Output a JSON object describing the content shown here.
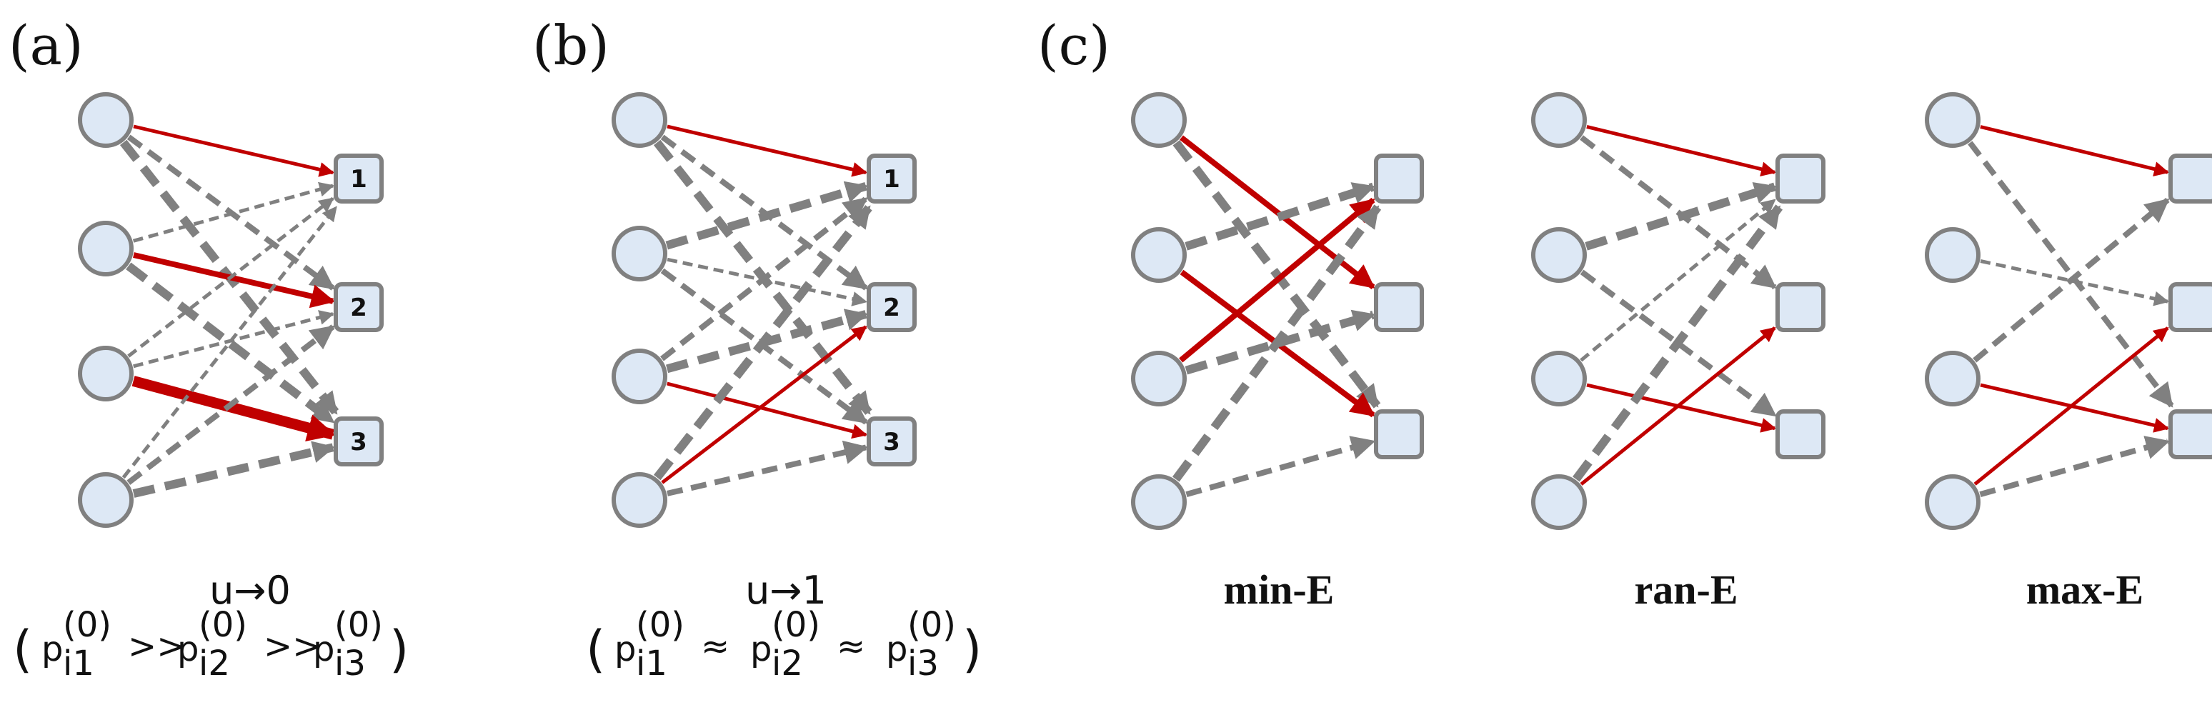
{
  "colors": {
    "node_fill": "#dde8f5",
    "node_stroke": "#808080",
    "red_edge": "#c00000",
    "gray_edge": "#808080",
    "text": "#111111"
  },
  "panels": [
    {
      "id": "a",
      "label": "(a)",
      "caption": "u→0",
      "formula": {
        "open": "(",
        "terms": [
          {
            "base": "p",
            "sup": "(0)",
            "sub": "i1"
          },
          {
            "base": "p",
            "sup": "(0)",
            "sub": "i2"
          },
          {
            "base": "p",
            "sup": "(0)",
            "sub": "i3"
          }
        ],
        "ops": [
          ">>",
          ">>"
        ],
        "close": ")"
      },
      "targets": [
        "1",
        "2",
        "3"
      ],
      "edges": [
        {
          "from": 0,
          "to": 0,
          "style": "red",
          "width": "thin"
        },
        {
          "from": 0,
          "to": 1,
          "style": "gray",
          "width": "medium"
        },
        {
          "from": 0,
          "to": 2,
          "style": "gray",
          "width": "thick"
        },
        {
          "from": 1,
          "to": 0,
          "style": "gray",
          "width": "thin"
        },
        {
          "from": 1,
          "to": 1,
          "style": "red",
          "width": "medium"
        },
        {
          "from": 1,
          "to": 2,
          "style": "gray",
          "width": "thick"
        },
        {
          "from": 2,
          "to": 0,
          "style": "gray",
          "width": "thin"
        },
        {
          "from": 2,
          "to": 1,
          "style": "gray",
          "width": "thin"
        },
        {
          "from": 2,
          "to": 2,
          "style": "red",
          "width": "xthick"
        },
        {
          "from": 3,
          "to": 0,
          "style": "gray",
          "width": "thin"
        },
        {
          "from": 3,
          "to": 1,
          "style": "gray",
          "width": "medium"
        },
        {
          "from": 3,
          "to": 2,
          "style": "gray",
          "width": "thick"
        }
      ]
    },
    {
      "id": "b",
      "label": "(b)",
      "caption": "u→1",
      "formula": {
        "open": "(",
        "terms": [
          {
            "base": "p",
            "sup": "(0)",
            "sub": "i1"
          },
          {
            "base": "p",
            "sup": "(0)",
            "sub": "i2"
          },
          {
            "base": "p",
            "sup": "(0)",
            "sub": "i3"
          }
        ],
        "ops": [
          "≈",
          "≈"
        ],
        "close": ")"
      },
      "targets": [
        "1",
        "2",
        "3"
      ],
      "edges": [
        {
          "from": 0,
          "to": 0,
          "style": "red",
          "width": "thin"
        },
        {
          "from": 0,
          "to": 1,
          "style": "gray",
          "width": "medium"
        },
        {
          "from": 0,
          "to": 2,
          "style": "gray",
          "width": "thick"
        },
        {
          "from": 1,
          "to": 0,
          "style": "gray",
          "width": "thick"
        },
        {
          "from": 1,
          "to": 1,
          "style": "gray",
          "width": "thin"
        },
        {
          "from": 1,
          "to": 2,
          "style": "gray",
          "width": "medium"
        },
        {
          "from": 2,
          "to": 0,
          "style": "gray",
          "width": "medium"
        },
        {
          "from": 2,
          "to": 1,
          "style": "gray",
          "width": "thick"
        },
        {
          "from": 2,
          "to": 2,
          "style": "red",
          "width": "thin"
        },
        {
          "from": 3,
          "to": 0,
          "style": "gray",
          "width": "thick"
        },
        {
          "from": 3,
          "to": 1,
          "style": "red",
          "width": "thin"
        },
        {
          "from": 3,
          "to": 2,
          "style": "gray",
          "width": "medium"
        }
      ]
    },
    {
      "id": "c1",
      "label": "(c)",
      "caption": "min-E",
      "targets": [
        "",
        "",
        ""
      ],
      "edges": [
        {
          "from": 0,
          "to": 1,
          "style": "red",
          "width": "medium"
        },
        {
          "from": 0,
          "to": 2,
          "style": "gray",
          "width": "thick"
        },
        {
          "from": 1,
          "to": 0,
          "style": "gray",
          "width": "thick"
        },
        {
          "from": 1,
          "to": 2,
          "style": "red",
          "width": "medium"
        },
        {
          "from": 2,
          "to": 0,
          "style": "red",
          "width": "medium"
        },
        {
          "from": 2,
          "to": 1,
          "style": "gray",
          "width": "thick"
        },
        {
          "from": 3,
          "to": 0,
          "style": "gray",
          "width": "thick"
        },
        {
          "from": 3,
          "to": 2,
          "style": "gray",
          "width": "medium"
        }
      ]
    },
    {
      "id": "c2",
      "label": "",
      "caption": "ran-E",
      "targets": [
        "",
        "",
        ""
      ],
      "edges": [
        {
          "from": 0,
          "to": 0,
          "style": "red",
          "width": "thin"
        },
        {
          "from": 0,
          "to": 1,
          "style": "gray",
          "width": "medium"
        },
        {
          "from": 1,
          "to": 0,
          "style": "gray",
          "width": "thick"
        },
        {
          "from": 1,
          "to": 2,
          "style": "gray",
          "width": "medium"
        },
        {
          "from": 2,
          "to": 0,
          "style": "gray",
          "width": "thin"
        },
        {
          "from": 2,
          "to": 2,
          "style": "red",
          "width": "thin"
        },
        {
          "from": 3,
          "to": 0,
          "style": "gray",
          "width": "thick"
        },
        {
          "from": 3,
          "to": 1,
          "style": "red",
          "width": "thin"
        }
      ]
    },
    {
      "id": "c3",
      "label": "",
      "caption": "max-E",
      "targets": [
        "",
        "",
        ""
      ],
      "edges": [
        {
          "from": 0,
          "to": 0,
          "style": "red",
          "width": "thin"
        },
        {
          "from": 0,
          "to": 2,
          "style": "gray",
          "width": "medium"
        },
        {
          "from": 1,
          "to": 1,
          "style": "gray",
          "width": "thin"
        },
        {
          "from": 2,
          "to": 0,
          "style": "gray",
          "width": "medium"
        },
        {
          "from": 2,
          "to": 2,
          "style": "red",
          "width": "thin"
        },
        {
          "from": 3,
          "to": 1,
          "style": "red",
          "width": "thin"
        },
        {
          "from": 3,
          "to": 2,
          "style": "gray",
          "width": "medium"
        }
      ]
    }
  ]
}
